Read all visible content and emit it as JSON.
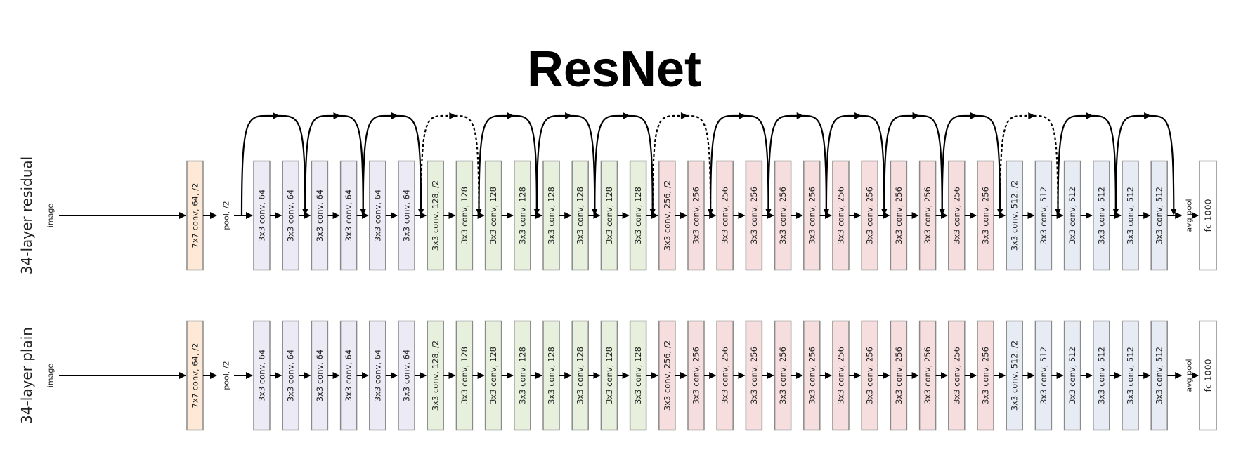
{
  "title": "ResNet",
  "rows": [
    {
      "key": "residual",
      "label": "34-layer residual",
      "input_label": "image",
      "has_shortcuts": true
    },
    {
      "key": "plain",
      "label": "34-layer plain",
      "input_label": "image",
      "has_shortcuts": false
    }
  ],
  "stem": {
    "label": "7x7 conv, 64, /2",
    "color": "#fde9d6"
  },
  "pool_label": "pool, /2",
  "avgpool_label": "avg pool",
  "fc_label": "fc 1000",
  "fc_color": "#ffffff",
  "stages": [
    {
      "channels": 64,
      "color": "#ecebf5",
      "labels": [
        "3x3 conv, 64",
        "3x3 conv, 64",
        "3x3 conv, 64",
        "3x3 conv, 64",
        "3x3 conv, 64",
        "3x3 conv, 64"
      ]
    },
    {
      "channels": 128,
      "color": "#e6f0dc",
      "labels": [
        "3x3 conv, 128, /2",
        "3x3 conv, 128",
        "3x3 conv, 128",
        "3x3 conv, 128",
        "3x3 conv, 128",
        "3x3 conv, 128",
        "3x3 conv, 128",
        "3x3 conv, 128"
      ]
    },
    {
      "channels": 256,
      "color": "#f6dede",
      "labels": [
        "3x3 conv, 256, /2",
        "3x3 conv, 256",
        "3x3 conv, 256",
        "3x3 conv, 256",
        "3x3 conv, 256",
        "3x3 conv, 256",
        "3x3 conv, 256",
        "3x3 conv, 256",
        "3x3 conv, 256",
        "3x3 conv, 256",
        "3x3 conv, 256",
        "3x3 conv, 256"
      ]
    },
    {
      "channels": 512,
      "color": "#e7ecf4",
      "labels": [
        "3x3 conv, 512, /2",
        "3x3 conv, 512",
        "3x3 conv, 512",
        "3x3 conv, 512",
        "3x3 conv, 512",
        "3x3 conv, 512"
      ]
    }
  ],
  "shortcuts": [
    {
      "type": "identity"
    },
    {
      "type": "identity"
    },
    {
      "type": "identity"
    },
    {
      "type": "projection"
    },
    {
      "type": "identity"
    },
    {
      "type": "identity"
    },
    {
      "type": "identity"
    },
    {
      "type": "projection"
    },
    {
      "type": "identity"
    },
    {
      "type": "identity"
    },
    {
      "type": "identity"
    },
    {
      "type": "identity"
    },
    {
      "type": "identity"
    },
    {
      "type": "projection"
    },
    {
      "type": "identity"
    },
    {
      "type": "identity"
    }
  ]
}
